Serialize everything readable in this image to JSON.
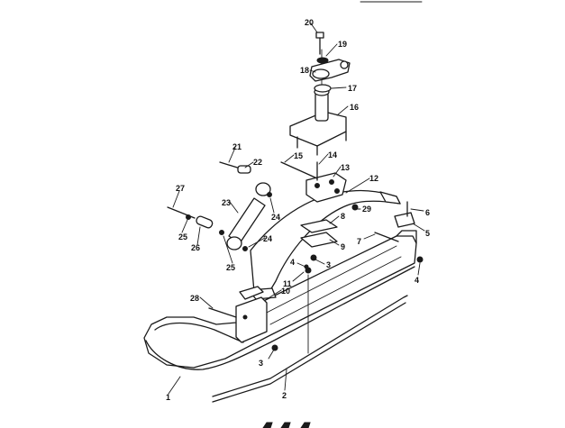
{
  "diagram": {
    "labels": [
      {
        "id": "1",
        "text": "1"
      },
      {
        "id": "2",
        "text": "2"
      },
      {
        "id": "3a",
        "text": "3"
      },
      {
        "id": "3b",
        "text": "3"
      },
      {
        "id": "4a",
        "text": "4"
      },
      {
        "id": "4b",
        "text": "4"
      },
      {
        "id": "5",
        "text": "5"
      },
      {
        "id": "6",
        "text": "6"
      },
      {
        "id": "7",
        "text": "7"
      },
      {
        "id": "8",
        "text": "8"
      },
      {
        "id": "9",
        "text": "9"
      },
      {
        "id": "10",
        "text": "10"
      },
      {
        "id": "11",
        "text": "11"
      },
      {
        "id": "12",
        "text": "12"
      },
      {
        "id": "13",
        "text": "13"
      },
      {
        "id": "14",
        "text": "14"
      },
      {
        "id": "15",
        "text": "15"
      },
      {
        "id": "16",
        "text": "16"
      },
      {
        "id": "17",
        "text": "17"
      },
      {
        "id": "18",
        "text": "18"
      },
      {
        "id": "19",
        "text": "19"
      },
      {
        "id": "20",
        "text": "20"
      },
      {
        "id": "21",
        "text": "21"
      },
      {
        "id": "22",
        "text": "22"
      },
      {
        "id": "23",
        "text": "23"
      },
      {
        "id": "24a",
        "text": "24"
      },
      {
        "id": "24b",
        "text": "24"
      },
      {
        "id": "25a",
        "text": "25"
      },
      {
        "id": "25b",
        "text": "25"
      },
      {
        "id": "26",
        "text": "26"
      },
      {
        "id": "27",
        "text": "27"
      },
      {
        "id": "28",
        "text": "28"
      },
      {
        "id": "29",
        "text": "29"
      }
    ]
  }
}
